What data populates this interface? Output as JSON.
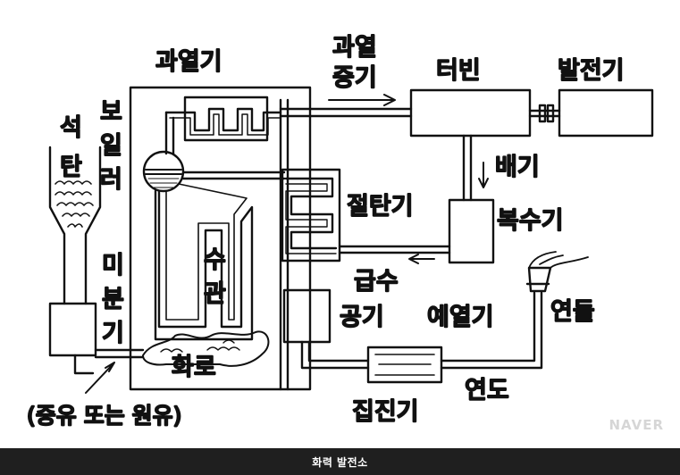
{
  "labels": {
    "superheater": "과열기",
    "superheated_steam_1": "과열",
    "superheated_steam_2": "증기",
    "turbine": "터빈",
    "generator": "발전기",
    "coal_1": "석",
    "coal_2": "탄",
    "boiler_1": "보",
    "boiler_2": "일",
    "boiler_3": "러",
    "exhaust": "배기",
    "economizer": "절탄기",
    "condenser": "복수기",
    "pulverizer_1": "미",
    "pulverizer_2": "분",
    "pulverizer_3": "기",
    "water_tube_1": "수",
    "water_tube_2": "관",
    "feedwater_1": "급수",
    "air_preheater_1": "공기",
    "air_preheater_2": "예열기",
    "chimney": "연돌",
    "furnace": "화로",
    "dust_collector": "집진기",
    "flue": "연도",
    "fuel_note": "(중유 또는 원유)"
  },
  "watermark": "NAVER",
  "caption": "화력 발전소"
}
